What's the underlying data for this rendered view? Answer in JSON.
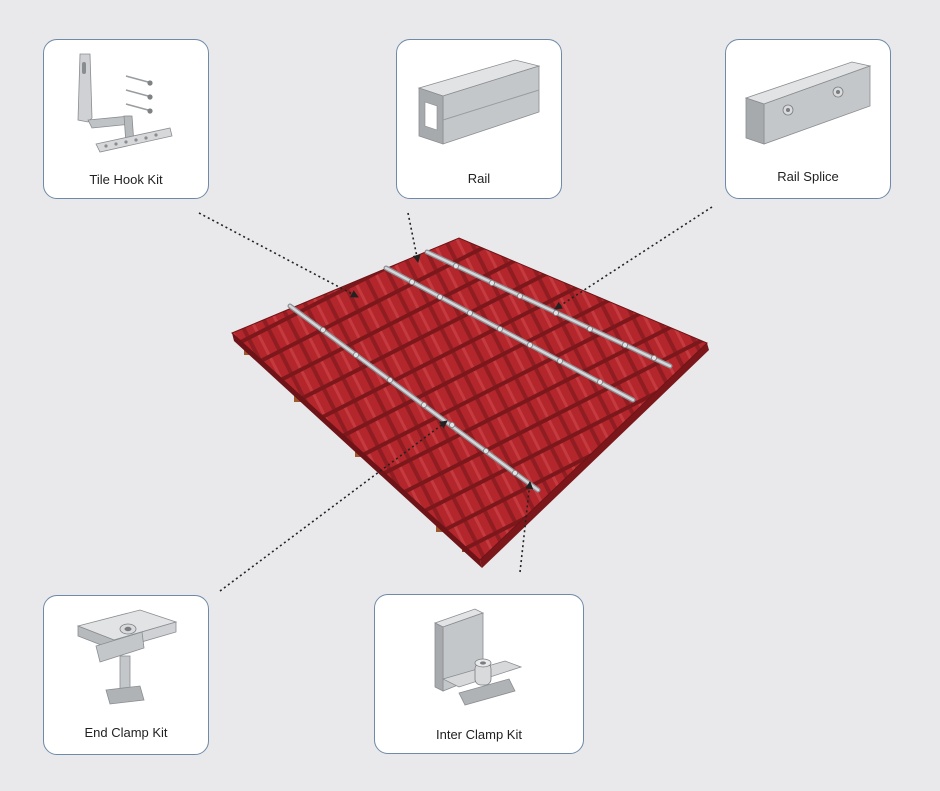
{
  "components": [
    {
      "id": "tile-hook-kit",
      "label": "Tile Hook Kit"
    },
    {
      "id": "rail",
      "label": "Rail"
    },
    {
      "id": "rail-splice",
      "label": "Rail Splice"
    },
    {
      "id": "end-clamp-kit",
      "label": "End Clamp Kit"
    },
    {
      "id": "inter-clamp-kit",
      "label": "Inter Clamp Kit"
    }
  ],
  "colors": {
    "background": "#e9e9eb",
    "card_border": "#6e8aa8",
    "roof_tile": "#b3262b",
    "roof_tile_shadow": "#8a1c20",
    "rail": "#b9bcc0",
    "wood_batten": "#9c5a2e",
    "leader_line": "#222222"
  }
}
